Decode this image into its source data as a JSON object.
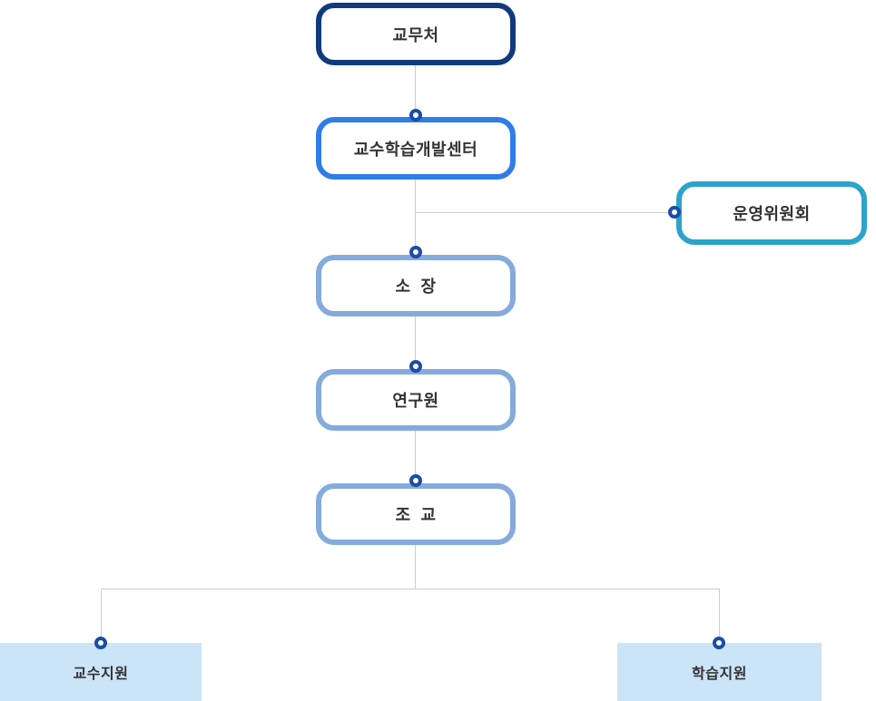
{
  "org_chart": {
    "nodes": [
      {
        "id": "academic-affairs-office",
        "label": "교무처"
      },
      {
        "id": "teaching-learning-center",
        "label": "교수학습개발센터"
      },
      {
        "id": "steering-committee",
        "label": "운영위원회"
      },
      {
        "id": "director",
        "label": "소  장"
      },
      {
        "id": "researcher",
        "label": "연구원"
      },
      {
        "id": "assistant",
        "label": "조  교"
      },
      {
        "id": "teaching-support",
        "label": "교수지원"
      },
      {
        "id": "learning-support",
        "label": "학습지원"
      }
    ],
    "colors": {
      "level1_border": "#113a7d",
      "level2_border": "#2e7de9",
      "committee_border": "#2ba3cb",
      "level3_border": "#85aadd",
      "leaf_fill": "#cbe4f8",
      "connector_line": "#cccccc",
      "connector_dot": "#1b4da6",
      "text": "#333333",
      "background": "#ffffff"
    }
  }
}
